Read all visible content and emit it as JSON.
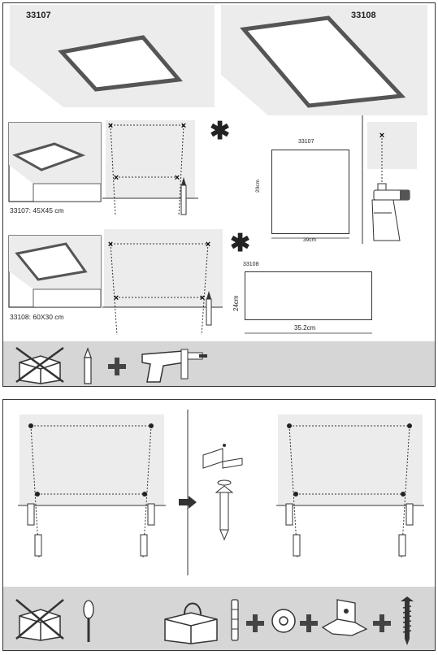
{
  "top_section": {
    "product_a": {
      "code": "33107",
      "size_label": "33107:  45X45 cm"
    },
    "product_b": {
      "code": "33108",
      "size_label": "33108:  60X30 cm"
    },
    "asterisk": "✱",
    "template_a": {
      "code": "33107",
      "width": "39cm",
      "height": "20cm"
    },
    "template_b": {
      "code": "33108",
      "width": "35.2cm",
      "height": "24cm"
    }
  },
  "icons": {
    "top_footer": [
      "no-box-icon",
      "pencil-icon",
      "plus-icon",
      "drill-icon"
    ],
    "bottom_footer": [
      "no-box-icon",
      "screwdriver-icon",
      "box-icon",
      "wall-plug-icon",
      "plus-icon",
      "washer-icon",
      "plus-icon",
      "bracket-icon",
      "plus-icon",
      "screw-icon"
    ]
  },
  "colors": {
    "frame": "#555555",
    "footer_bg": "#d6d6d6",
    "wall_bg": "#ececec",
    "ink": "#222222"
  }
}
